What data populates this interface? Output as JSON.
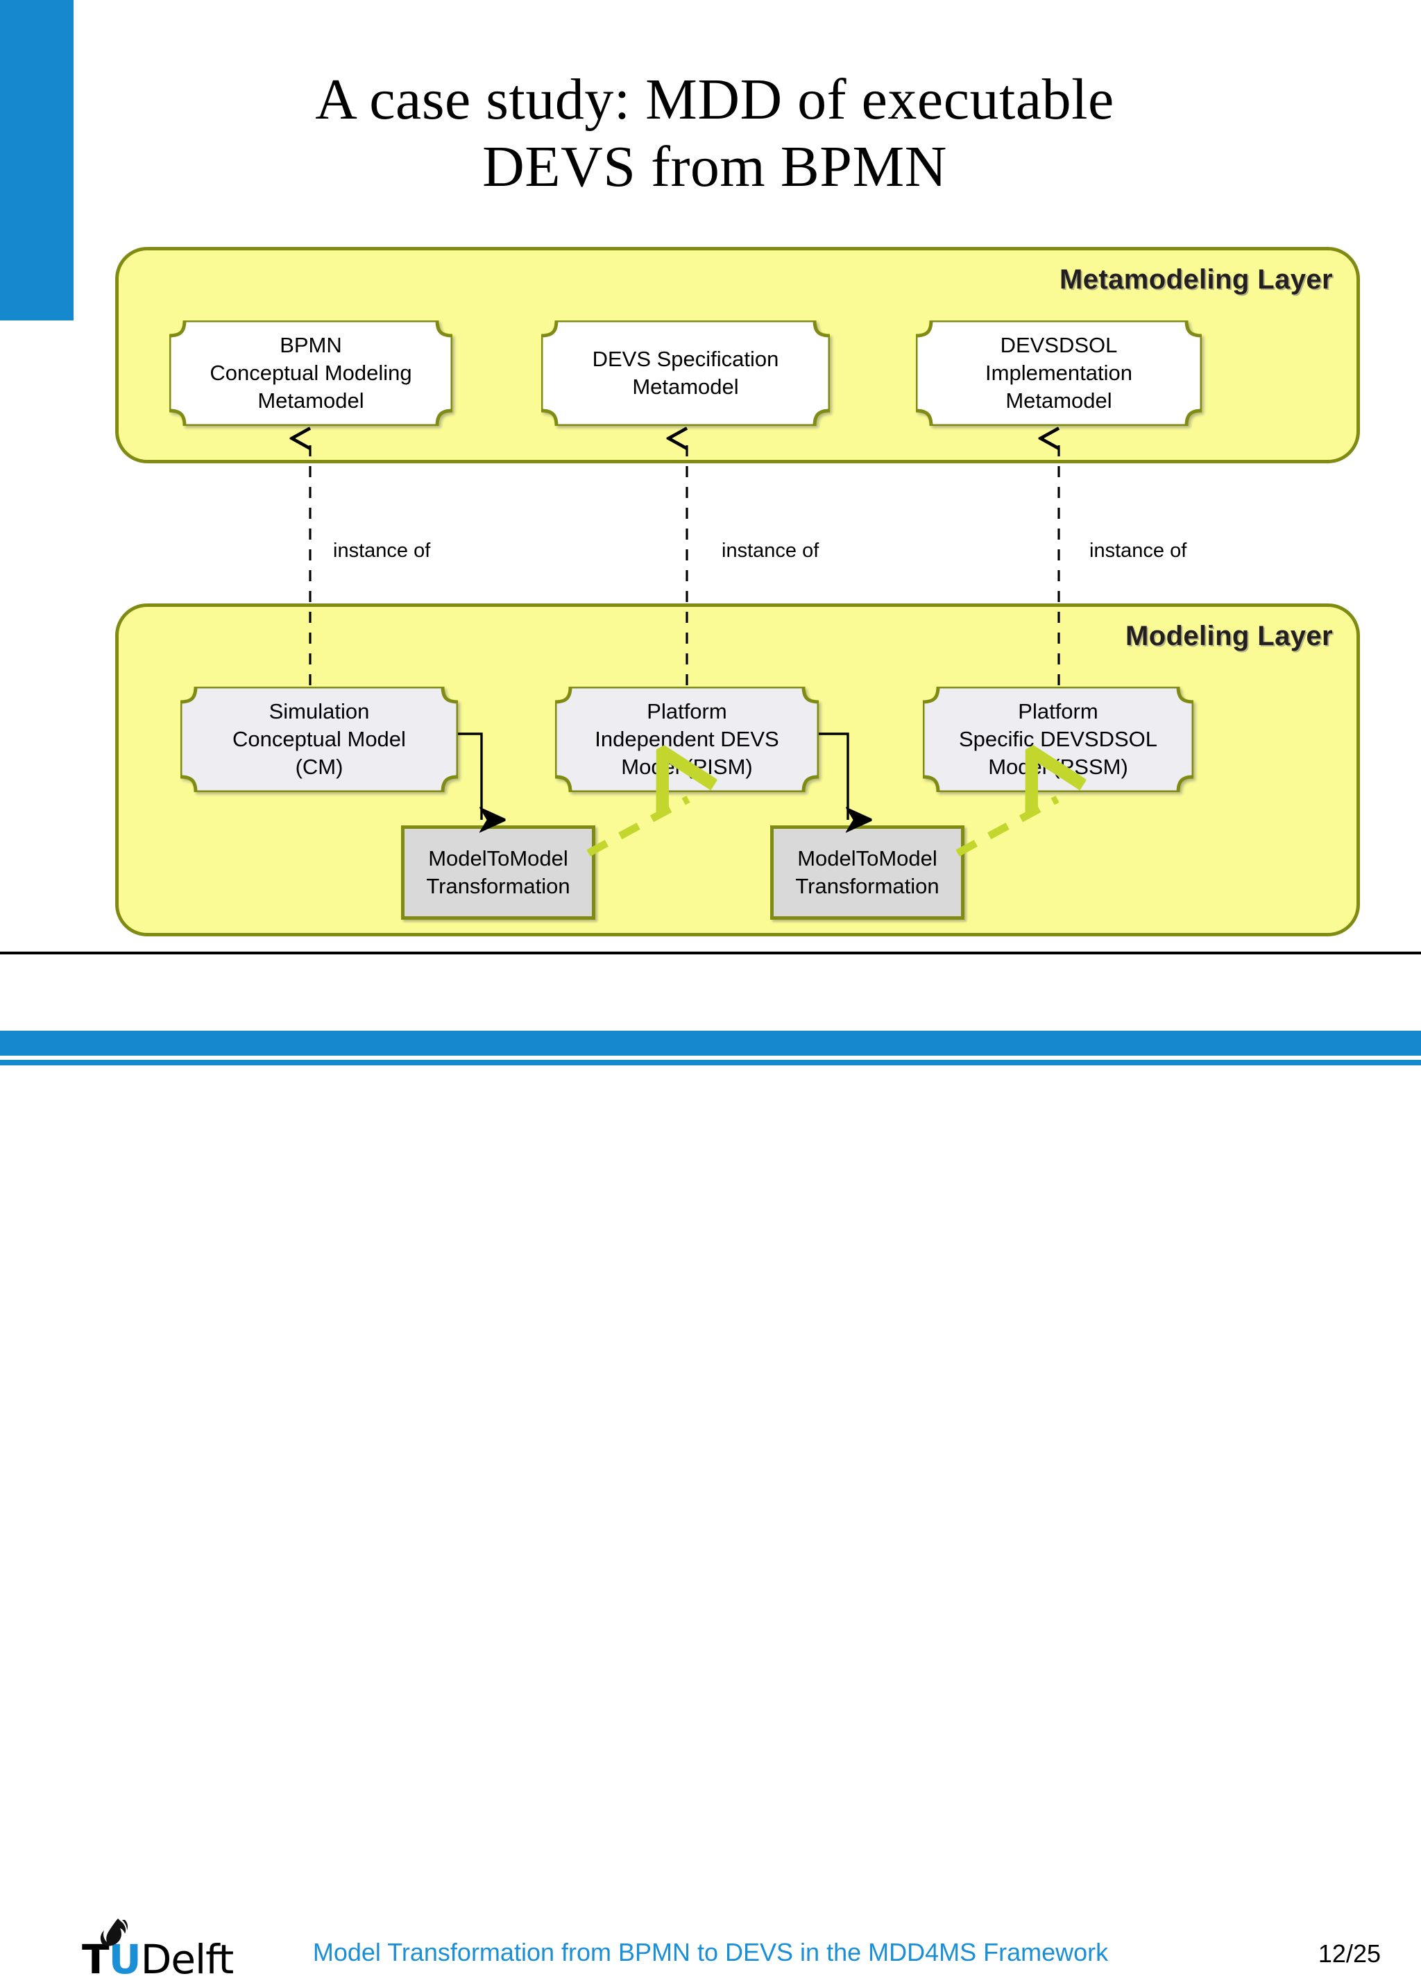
{
  "slide": {
    "title": "A case study: MDD of executable\nDEVS from BPMN",
    "accent_blue": "#1689ce",
    "panel_fill": "#fbfb96",
    "panel_border": "#7f8b12",
    "node_fill": "#ffffff",
    "node_fill_gray": "#eeeef2",
    "transform_fill": "#d9d9d9",
    "green_arrow": "#c3d62d"
  },
  "metamodeling_layer": {
    "label": "Metamodeling Layer",
    "nodes": [
      {
        "name": "bpmn-conceptual-modeling-metamodel",
        "text": "BPMN\nConceptual Modeling\nMetamodel"
      },
      {
        "name": "devs-specification-metamodel",
        "text": "DEVS Specification\nMetamodel"
      },
      {
        "name": "devsdsol-implementation-metamodel",
        "text": "DEVSDSOL\nImplementation\nMetamodel"
      }
    ]
  },
  "modeling_layer": {
    "label": "Modeling Layer",
    "nodes": [
      {
        "name": "simulation-conceptual-model",
        "text": "Simulation\nConceptual Model\n(CM)"
      },
      {
        "name": "platform-independent-devs-model",
        "text": "Platform\nIndependent DEVS\nModel (PISM)"
      },
      {
        "name": "platform-specific-devsdsol-model",
        "text": "Platform\nSpecific DEVSDSOL\nModel (PSSM)"
      }
    ],
    "transformations": [
      {
        "name": "model-to-model-transformation-1",
        "text": "ModelToModel\nTransformation"
      },
      {
        "name": "model-to-model-transformation-2",
        "text": "ModelToModel\nTransformation"
      }
    ]
  },
  "relations": {
    "instance_of_labels": [
      "instance of",
      "instance of",
      "instance of"
    ]
  },
  "footer": {
    "title": "Model Transformation from BPMN to DEVS in the MDD4MS Framework",
    "page": "12/25",
    "logo": {
      "t": "T",
      "u": "U",
      "delft": "Delft",
      "icon": "flame-icon"
    }
  }
}
